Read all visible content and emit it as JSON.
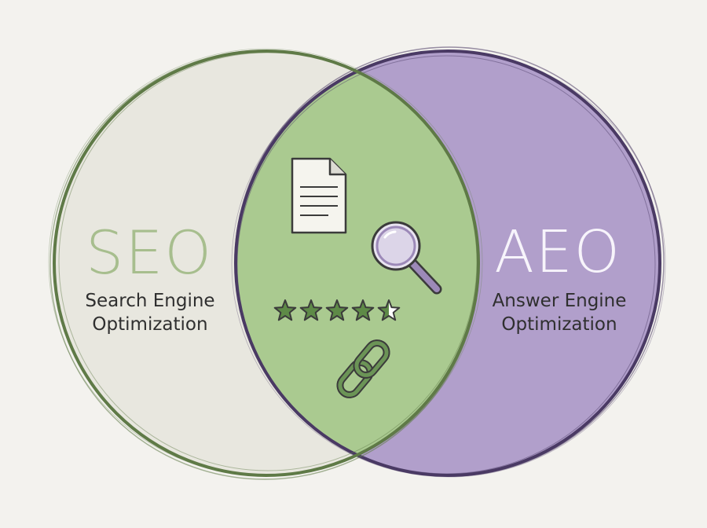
{
  "left_set": {
    "abbr": "SEO",
    "line1": "Search Engine",
    "line2": "Optimization"
  },
  "right_set": {
    "abbr": "AEO",
    "line1": "Answer Engine",
    "line2": "Optimization"
  },
  "overlap": {
    "icons": [
      "document-icon",
      "magnifier-icon",
      "star-rating-icon",
      "chain-link-icon"
    ],
    "rating": 4.5,
    "rating_max": 5
  },
  "colors": {
    "background": "#f3f2ee",
    "seo_fill": "#e8e7df",
    "seo_stroke": "#5f7a47",
    "seo_text": "#a7be8e",
    "aeo_fill": "#b19fcb",
    "aeo_stroke": "#4a3a64",
    "aeo_text": "#f7f4fb",
    "overlap_fill": "#aaca90",
    "dark_text": "#2f2f2f"
  }
}
